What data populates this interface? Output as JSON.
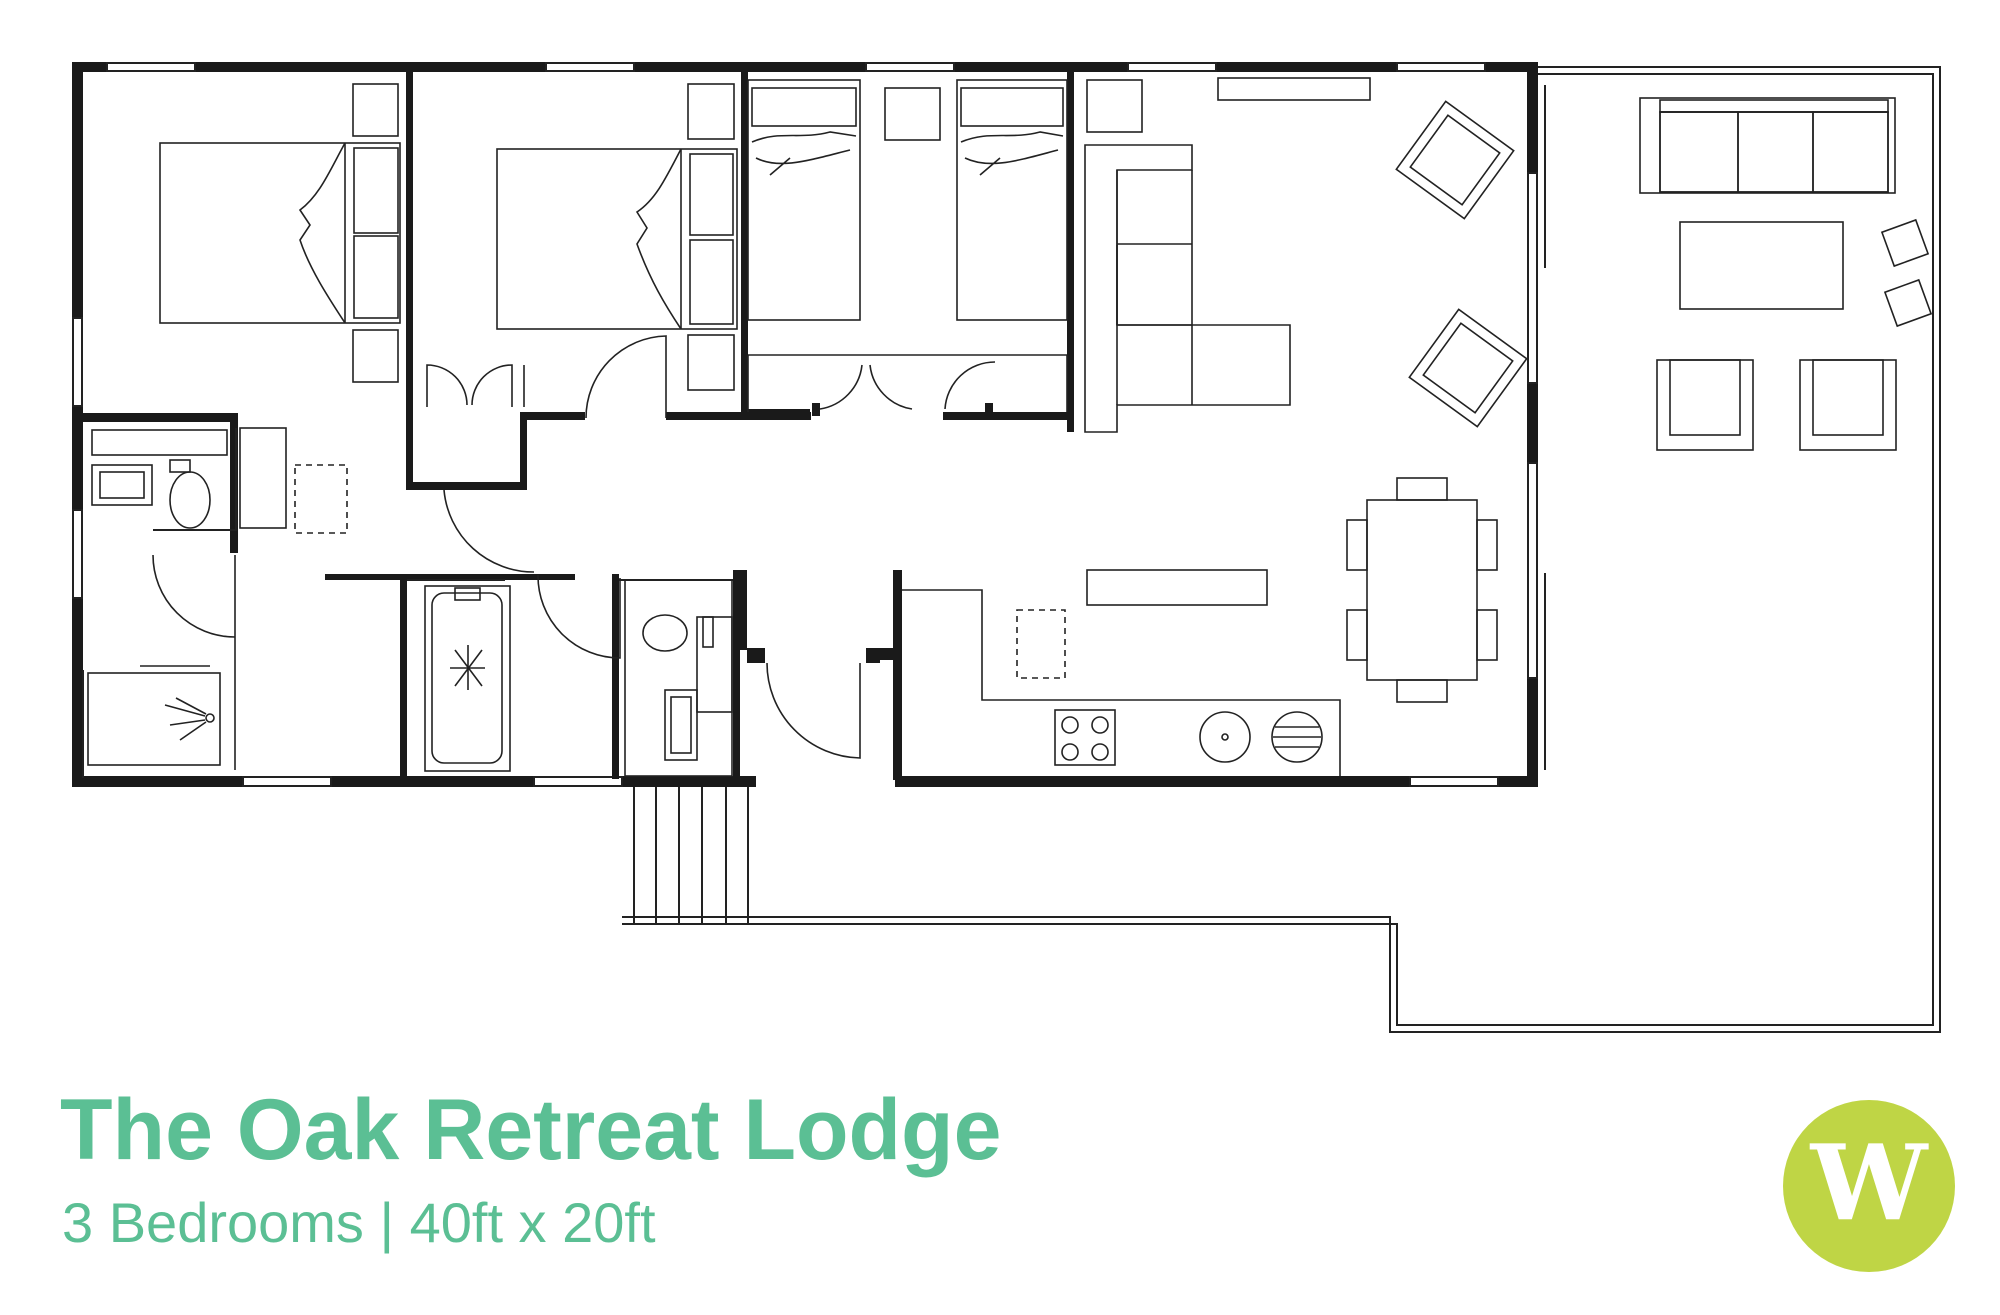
{
  "title": "The Oak Retreat Lodge",
  "subtitle": "3 Bedrooms | 40ft x 20ft",
  "logo": {
    "letter": "W",
    "color": "#bfd545"
  },
  "colors": {
    "accent": "#5bbf94",
    "wall": "#1a1a1a",
    "line": "#222222"
  }
}
